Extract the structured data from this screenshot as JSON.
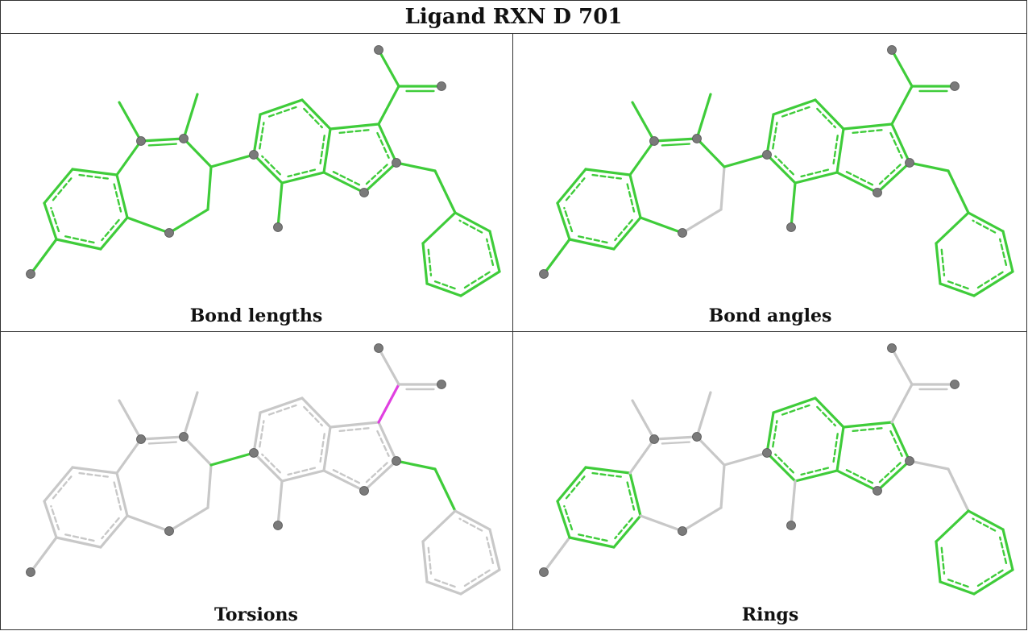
{
  "title": "Ligand RXN D 701",
  "panels": [
    {
      "caption": "Bond lengths",
      "mode": "lengths"
    },
    {
      "caption": "Bond angles",
      "mode": "angles"
    },
    {
      "caption": "Torsions",
      "mode": "torsions"
    },
    {
      "caption": "Rings",
      "mode": "rings"
    }
  ],
  "colors": {
    "ok": "#3fcc3a",
    "ok_light": "#8ee887",
    "neutral": "#c8c8c8",
    "outlier": "#e040e0",
    "atom": "#7a7a7a"
  }
}
